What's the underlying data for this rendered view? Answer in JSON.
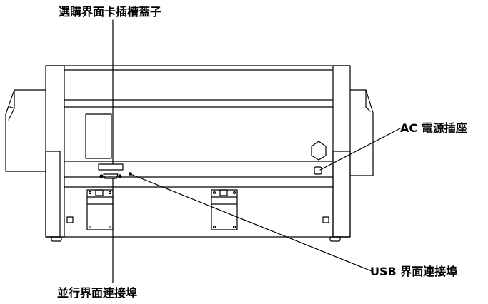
{
  "labels": {
    "option_slot_cover": "選購界面卡插槽蓋子",
    "parallel_port": "並行界面連接埠",
    "ac_inlet": "AC 電源插座",
    "usb_port": "USB 界面連接埠"
  },
  "colors": {
    "line": "#000000",
    "background": "#ffffff"
  }
}
